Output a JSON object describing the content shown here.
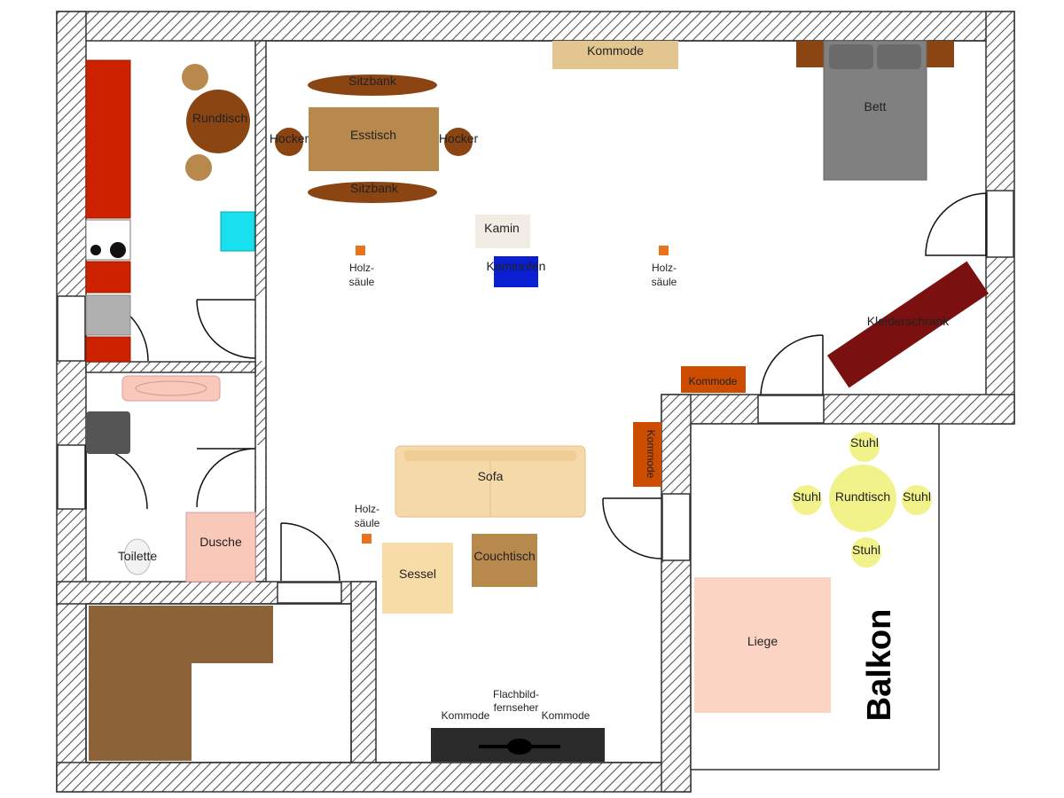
{
  "labels": {
    "kommode_top": "Kommode",
    "bett": "Bett",
    "sitzbank_top": "Sitzbank",
    "sitzbank_bottom": "Sitzbank",
    "esstisch": "Esstisch",
    "hocker_left": "Hocker",
    "hocker_right": "Hocker",
    "rundtisch_kitchen": "Rundtisch",
    "kamin": "Kamin",
    "kaminofen": "Kaminofen",
    "holz_1": "Holz-",
    "saeule_1": "säule",
    "holz_2": "Holz-",
    "saeule_2": "säule",
    "holz_3": "Holz-",
    "saeule_3": "säule",
    "kleiderschrank": "Kleiderschrank",
    "kommode_mid": "Kommode",
    "kommode_vertical": "Kommode",
    "sofa": "Sofa",
    "sessel": "Sessel",
    "couchtisch": "Couchtisch",
    "toilette": "Toilette",
    "dusche": "Dusche",
    "flachbild_1": "Flachbild-",
    "flachbild_2": "fernseher",
    "kommode_tv_left": "Kommode",
    "kommode_tv_right": "Kommode",
    "stuhl_top": "Stuhl",
    "stuhl_left": "Stuhl",
    "stuhl_right": "Stuhl",
    "stuhl_bottom": "Stuhl",
    "rundtisch_balkon": "Rundtisch",
    "liege": "Liege",
    "balkon": "Balkon"
  },
  "colors": {
    "wall": "#444444",
    "kitchen_counter": "#cc2200",
    "table_brown": "#b8894d",
    "dark_brown": "#8b4513",
    "bed": "#808080",
    "wardrobe": "#7a1010",
    "orange_dresser": "#cc4d00",
    "sofa": "#f5d9a8",
    "stove": "#0a1fd1",
    "balcony_table": "#f2f28a",
    "lounger": "#fcd4c4",
    "shower": "#f8c8b8",
    "desk": "#8c6239"
  }
}
